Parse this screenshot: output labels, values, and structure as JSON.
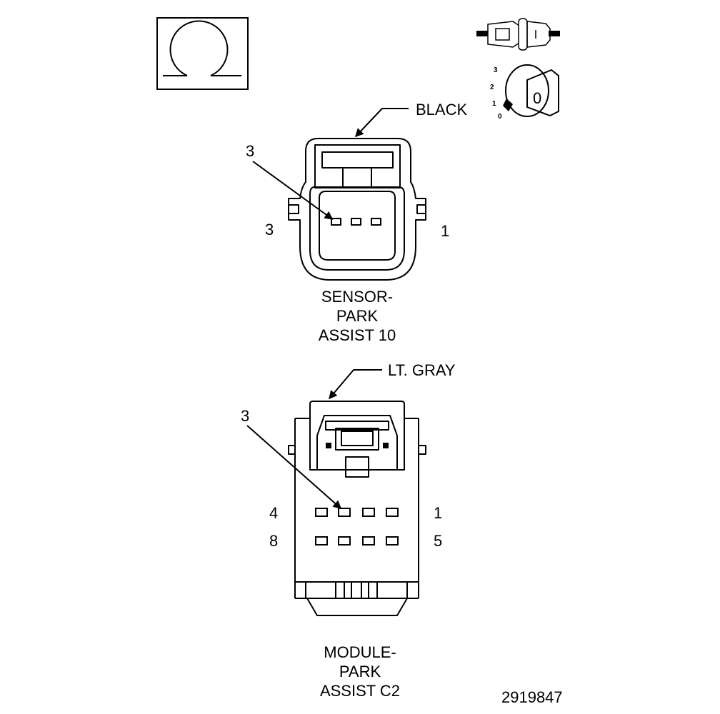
{
  "icons": {
    "omega": "omega-symbol-icon",
    "connector": "connector-view-icon",
    "key": "ignition-key-icon",
    "key_positions": [
      "3",
      "2",
      "1",
      "0"
    ],
    "key_face": "0"
  },
  "connector_1": {
    "color_label": "BLACK",
    "callout": "3",
    "pin_left": "3",
    "pin_right": "1",
    "name_lines": [
      "SENSOR-",
      "PARK",
      "ASSIST 10"
    ]
  },
  "connector_2": {
    "color_label": "LT. GRAY",
    "callout": "3",
    "pin_top_left": "4",
    "pin_top_right": "1",
    "pin_bottom_left": "8",
    "pin_bottom_right": "5",
    "name_lines": [
      "MODULE-",
      "PARK",
      "ASSIST C2"
    ]
  },
  "figure_number": "2919847",
  "colors": {
    "ink": "#000000",
    "paper": "#ffffff"
  }
}
